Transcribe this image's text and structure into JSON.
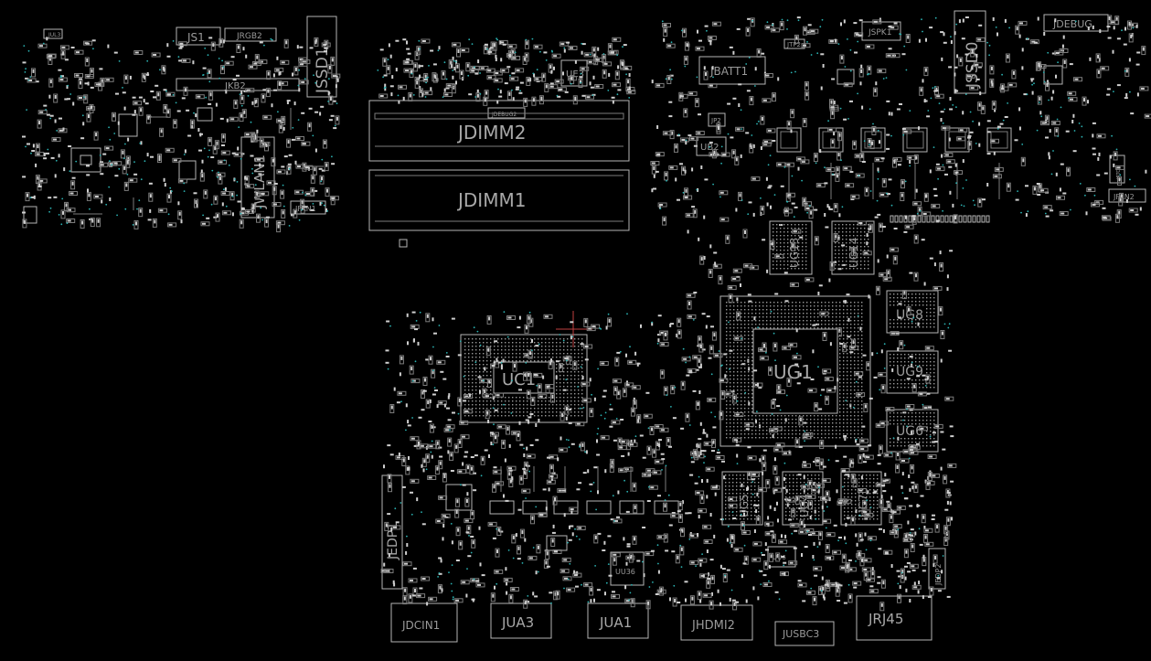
{
  "diagram": {
    "labels": {
      "jul3": "JUL3",
      "js1": "JS1",
      "jrgb2": "JRGB2",
      "jssd1": "JSSD1",
      "jkb2": "JKB2",
      "jwlan1": "JWLAN1",
      "jfan1": "JFAN1",
      "jdebug2": "JDEBUG2",
      "ue3": "UE3",
      "jdimm2": "JDIMM2",
      "jdimm1": "JDIMM1",
      "jtp2": "JTP2",
      "jspk1": "JSPK1",
      "jssd0": "JSSD0",
      "jdebug": "JDEBUG",
      "jbatt1": "JBATT1",
      "jp2": "JP2",
      "ub2": "UB2",
      "jrtc1": "JRTC1",
      "jfan2": "JFAN2",
      "ug13": "UG13",
      "ug14": "UG14",
      "ug8": "UG8",
      "ug9": "UG9",
      "ug6": "UG6",
      "ug1": "UG1",
      "uc1": "UC1",
      "ug5": "UG5",
      "ug4": "UG4",
      "ug7": "UG7",
      "jedp1": "JEDP1",
      "jedp2": "JEDP2",
      "jdcin1": "JDCIN1",
      "jua3": "JUA3",
      "jua1": "JUA1",
      "jhdmi2": "JHDMI2",
      "jusbc3": "JUSBC3",
      "jrj45": "JRJ45",
      "uu36": "UU36",
      "uu6": "UU6"
    },
    "colors": {
      "background": "#000000",
      "outline": "#b5b5b5",
      "label": "#9a9a9a",
      "via": "#2bb3b3",
      "cursor": "#c04040"
    }
  }
}
